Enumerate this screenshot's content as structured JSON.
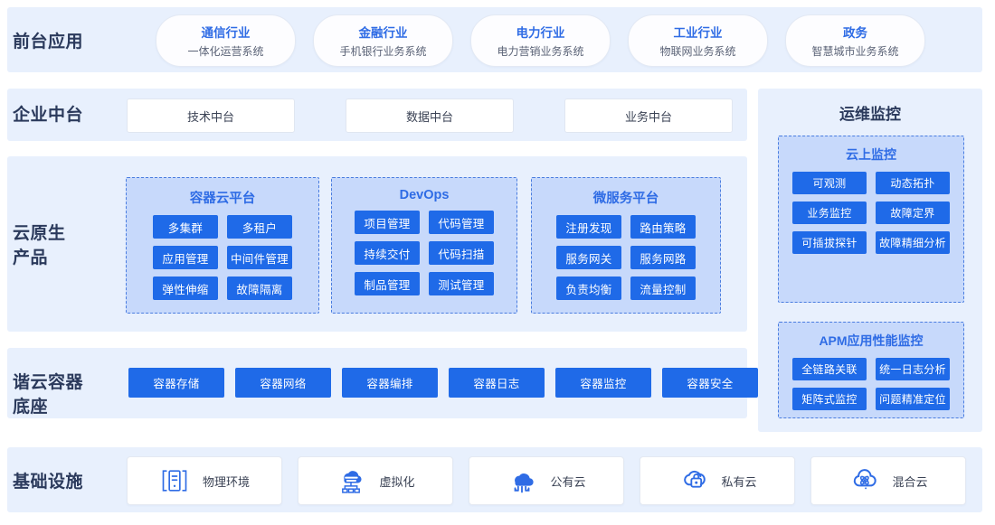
{
  "theme": {
    "band_bg": "#e8f0fd",
    "tile_blue": "#1f6ae8",
    "accent_text": "#2f6ce5",
    "group_bg": "#c7d9fb",
    "dash_border": "#4a7de0",
    "label_color": "#2b3a5c"
  },
  "rows": {
    "frontend": {
      "label": "前台应用",
      "cards": [
        {
          "title": "通信行业",
          "subtitle": "一体化运营系统"
        },
        {
          "title": "金融行业",
          "subtitle": "手机银行业务系统"
        },
        {
          "title": "电力行业",
          "subtitle": "电力营销业务系统"
        },
        {
          "title": "工业行业",
          "subtitle": "物联网业务系统"
        },
        {
          "title": "政务",
          "subtitle": "智慧城市业务系统"
        }
      ]
    },
    "midplatform": {
      "label": "企业中台",
      "cards": [
        "技术中台",
        "数据中台",
        "业务中台"
      ]
    },
    "cloudnative": {
      "label": "云原生\n产品",
      "groups": [
        {
          "title": "容器云平台",
          "tiles": [
            "多集群",
            "多租户",
            "应用管理",
            "中间件管理",
            "弹性伸缩",
            "故障隔离"
          ]
        },
        {
          "title": "DevOps",
          "tiles": [
            "项目管理",
            "代码管理",
            "持续交付",
            "代码扫描",
            "制品管理",
            "测试管理"
          ]
        },
        {
          "title": "微服务平台",
          "tiles": [
            "注册发现",
            "路由策略",
            "服务网关",
            "服务网路",
            "负责均衡",
            "流量控制"
          ]
        }
      ]
    },
    "containerbase": {
      "label": "谐云容器\n底座",
      "tiles": [
        "容器存储",
        "容器网络",
        "容器编排",
        "容器日志",
        "容器监控",
        "容器安全"
      ]
    },
    "infrastructure": {
      "label": "基础设施",
      "cards": [
        {
          "label": "物理环境",
          "icon": "server-rack-icon"
        },
        {
          "label": "虚拟化",
          "icon": "cloud-nodes-icon"
        },
        {
          "label": "公有云",
          "icon": "public-cloud-icon"
        },
        {
          "label": "私有云",
          "icon": "cloud-lock-icon"
        },
        {
          "label": "混合云",
          "icon": "hybrid-cloud-icon"
        }
      ]
    }
  },
  "monitoring": {
    "title": "运维监控",
    "groups": [
      {
        "title": "云上监控",
        "tiles": [
          "可观测",
          "动态拓扑",
          "业务监控",
          "故障定界",
          "可插拔探针",
          "故障精细分析"
        ]
      },
      {
        "title": "APM应用性能监控",
        "tiles": [
          "全链路关联",
          "统一日志分析",
          "矩阵式监控",
          "问题精准定位"
        ]
      }
    ]
  }
}
